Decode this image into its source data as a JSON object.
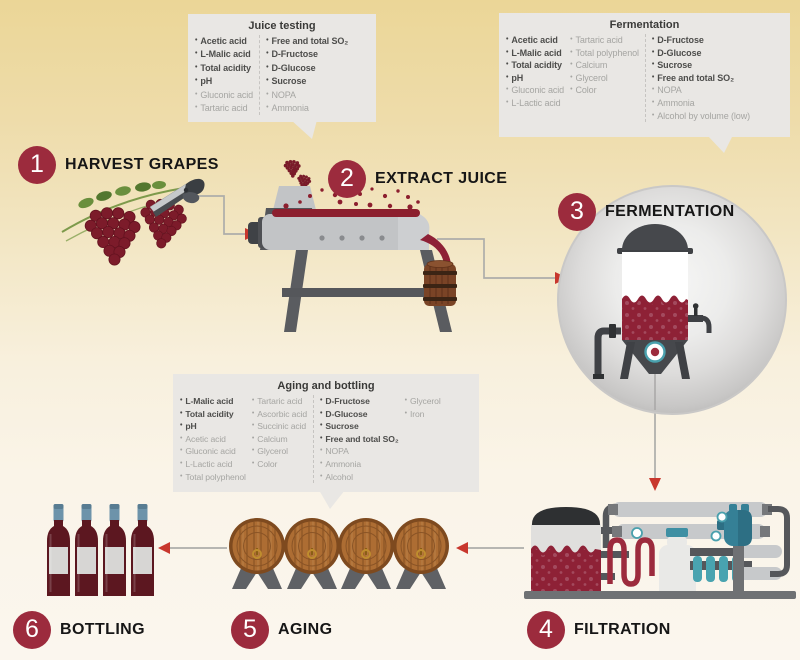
{
  "palette": {
    "background_top": "#ebd697",
    "background_bottom": "#fbf6ee",
    "callout_bg": "#e9e7e4",
    "step_circle_red": "#9c2b3d",
    "step_label_color": "#161616",
    "item_bold_color": "#4d4d4b",
    "item_light_color": "#a5a5a2",
    "connector_gray": "#adadaa",
    "arrow_red": "#c8372d",
    "wine_red": "#8e2136",
    "machine_gray": "#55575b",
    "teal": "#3e8fa3",
    "barrel_brown": "#ad6d33"
  },
  "steps": [
    {
      "number": "1",
      "label": "HARVEST GRAPES"
    },
    {
      "number": "2",
      "label": "EXTRACT JUICE"
    },
    {
      "number": "3",
      "label": "FERMENTATION"
    },
    {
      "number": "4",
      "label": "FILTRATION"
    },
    {
      "number": "5",
      "label": "AGING"
    },
    {
      "number": "6",
      "label": "BOTTLING"
    }
  ],
  "callouts": {
    "juice_testing": {
      "title": "Juice testing",
      "columns": [
        [
          {
            "label": "Acetic acid",
            "bold": true
          },
          {
            "label": "L-Malic acid",
            "bold": true
          },
          {
            "label": "Total acidity",
            "bold": true
          },
          {
            "label": "pH",
            "bold": true
          },
          {
            "label": "Gluconic acid",
            "bold": false
          },
          {
            "label": "Tartaric acid",
            "bold": false
          }
        ],
        [
          {
            "label": "Free and total SO₂",
            "bold": true
          },
          {
            "label": "D-Fructose",
            "bold": true
          },
          {
            "label": "D-Glucose",
            "bold": true
          },
          {
            "label": "Sucrose",
            "bold": true
          },
          {
            "label": "NOPA",
            "bold": false
          },
          {
            "label": "Ammonia",
            "bold": false
          }
        ]
      ]
    },
    "fermentation": {
      "title": "Fermentation",
      "columns": [
        [
          {
            "label": "Acetic acid",
            "bold": true
          },
          {
            "label": "L-Malic acid",
            "bold": true
          },
          {
            "label": "Total acidity",
            "bold": true
          },
          {
            "label": "pH",
            "bold": true
          },
          {
            "label": "Gluconic acid",
            "bold": false
          },
          {
            "label": "L-Lactic acid",
            "bold": false
          }
        ],
        [
          {
            "label": "Tartaric acid",
            "bold": false
          },
          {
            "label": "Total polyphenol",
            "bold": false
          },
          {
            "label": "Calcium",
            "bold": false
          },
          {
            "label": "Glycerol",
            "bold": false
          },
          {
            "label": "Color",
            "bold": false
          }
        ],
        [
          {
            "label": "D-Fructose",
            "bold": true
          },
          {
            "label": "D-Glucose",
            "bold": true
          },
          {
            "label": "Sucrose",
            "bold": true
          },
          {
            "label": "Free and total SO₂",
            "bold": true
          },
          {
            "label": "NOPA",
            "bold": false
          },
          {
            "label": "Ammonia",
            "bold": false
          },
          {
            "label": "Alcohol by volume (low)",
            "bold": false
          }
        ]
      ]
    },
    "aging_bottling": {
      "title": "Aging and bottling",
      "columns": [
        [
          {
            "label": "L-Malic acid",
            "bold": true
          },
          {
            "label": "Total acidity",
            "bold": true
          },
          {
            "label": "pH",
            "bold": true
          },
          {
            "label": "Acetic acid",
            "bold": false
          },
          {
            "label": "Gluconic acid",
            "bold": false
          },
          {
            "label": "L-Lactic acid",
            "bold": false
          },
          {
            "label": "Total polyphenol",
            "bold": false
          }
        ],
        [
          {
            "label": "Tartaric acid",
            "bold": false
          },
          {
            "label": "Ascorbic acid",
            "bold": false
          },
          {
            "label": "Succinic acid",
            "bold": false
          },
          {
            "label": "Calcium",
            "bold": false
          },
          {
            "label": "Glycerol",
            "bold": false
          },
          {
            "label": "Color",
            "bold": false
          }
        ],
        [
          {
            "label": "D-Fructose",
            "bold": true
          },
          {
            "label": "D-Glucose",
            "bold": true
          },
          {
            "label": "Sucrose",
            "bold": true
          },
          {
            "label": "Free and total SO₂",
            "bold": true
          },
          {
            "label": "NOPA",
            "bold": false
          },
          {
            "label": "Ammonia",
            "bold": false
          },
          {
            "label": "Alcohol",
            "bold": false
          }
        ],
        [
          {
            "label": "Glycerol",
            "bold": false
          },
          {
            "label": "Iron",
            "bold": false
          }
        ]
      ]
    }
  }
}
